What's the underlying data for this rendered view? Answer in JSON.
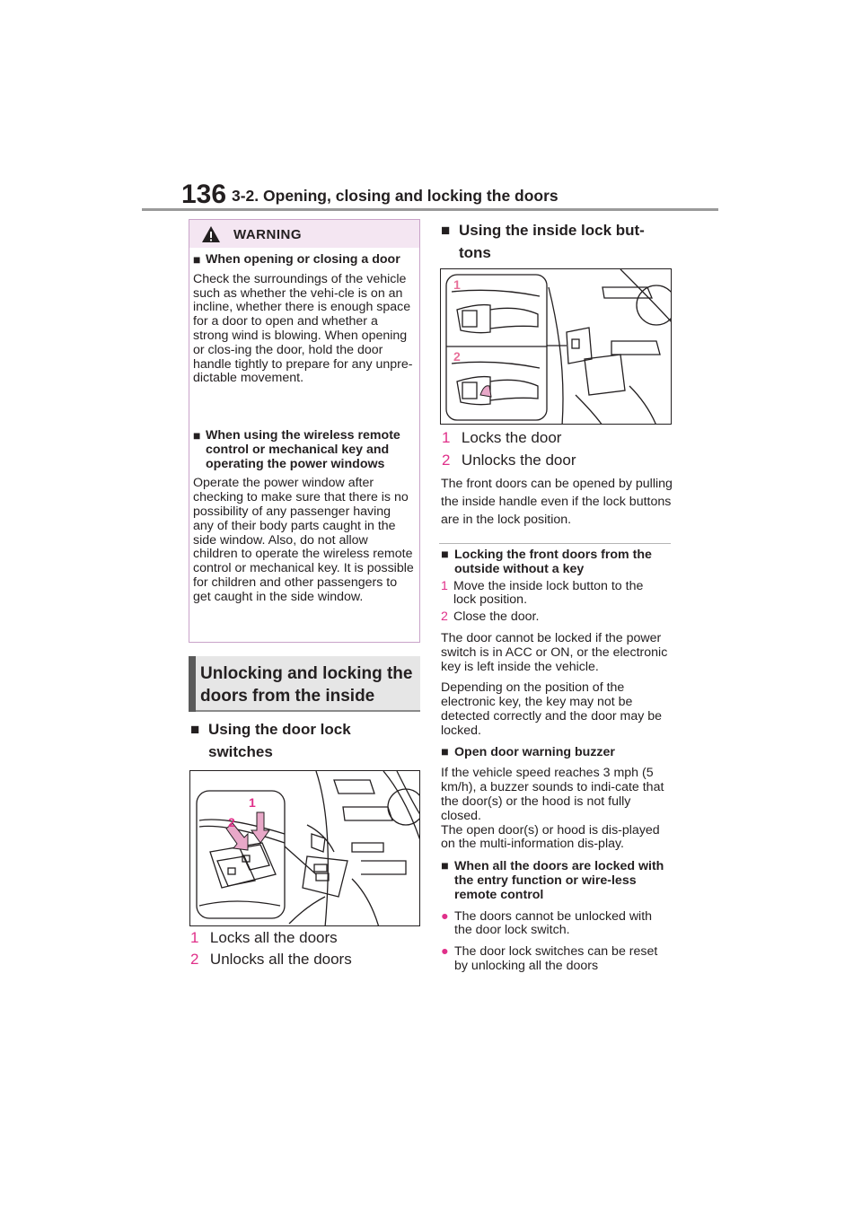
{
  "header": {
    "page_number": "136",
    "section_title": "3-2. Opening, closing and locking the doors"
  },
  "warning": {
    "title": "WARNING",
    "items": [
      {
        "heading": "When opening or closing a door",
        "body": "Check the surroundings of the vehicle such as whether the vehi-cle is on an incline, whether there is enough space for a door to open and whether a strong wind is blowing. When opening or clos-ing the door, hold the door handle tightly to prepare for any unpre-dictable movement."
      },
      {
        "heading": "When using the wireless remote control or mechanical key and operating the power windows",
        "body": "Operate the power window after checking to make sure that there is no possibility of any passenger having any of their body parts caught in the side window. Also, do not allow children to operate the wireless remote control or mechanical key. It is possible for children and other passengers to get caught in the side window."
      }
    ]
  },
  "section": {
    "title": "Unlocking and locking the doors from the inside"
  },
  "door_lock_switches": {
    "heading": "Using the door lock switches",
    "figure_labels": [
      "1",
      "2"
    ],
    "steps": [
      {
        "num": "1",
        "text": "Locks all the doors"
      },
      {
        "num": "2",
        "text": "Unlocks all the doors"
      }
    ]
  },
  "inside_lock_buttons": {
    "heading": "Using the inside lock but-tons",
    "figure_labels": [
      "1",
      "2"
    ],
    "steps": [
      {
        "num": "1",
        "text": "Locks the door"
      },
      {
        "num": "2",
        "text": "Unlocks the door"
      }
    ],
    "note": "The front doors can be opened by pulling the inside handle even if the lock buttons are in the lock position."
  },
  "locking_outside": {
    "heading": "Locking the front doors from the outside without a key",
    "steps": [
      {
        "num": "1",
        "text": "Move the inside lock button to the lock position."
      },
      {
        "num": "2",
        "text": "Close the door."
      }
    ],
    "para1": "The door cannot be locked if the power switch is in ACC or ON, or the electronic key is left inside the vehicle.",
    "para2": "Depending on the position of the electronic key, the key may not be detected correctly and the door may be locked."
  },
  "buzzer": {
    "heading": "Open door warning buzzer",
    "para1": "If the vehicle speed reaches 3 mph (5 km/h), a buzzer sounds to indi-cate that the door(s) or the hood is not fully closed.",
    "para2": "The open door(s) or hood is dis-played on the multi-information dis-play."
  },
  "all_locked": {
    "heading": "When all the doors are locked with the entry function or wire-less remote control",
    "bullets": [
      "The doors cannot be unlocked with the door lock switch.",
      "The door lock switches can be reset by unlocking all the doors"
    ]
  },
  "colors": {
    "accent_pink": "#e0308a",
    "warning_header_bg": "#f4e6f2",
    "section_box_bg": "#e6e6e6"
  }
}
